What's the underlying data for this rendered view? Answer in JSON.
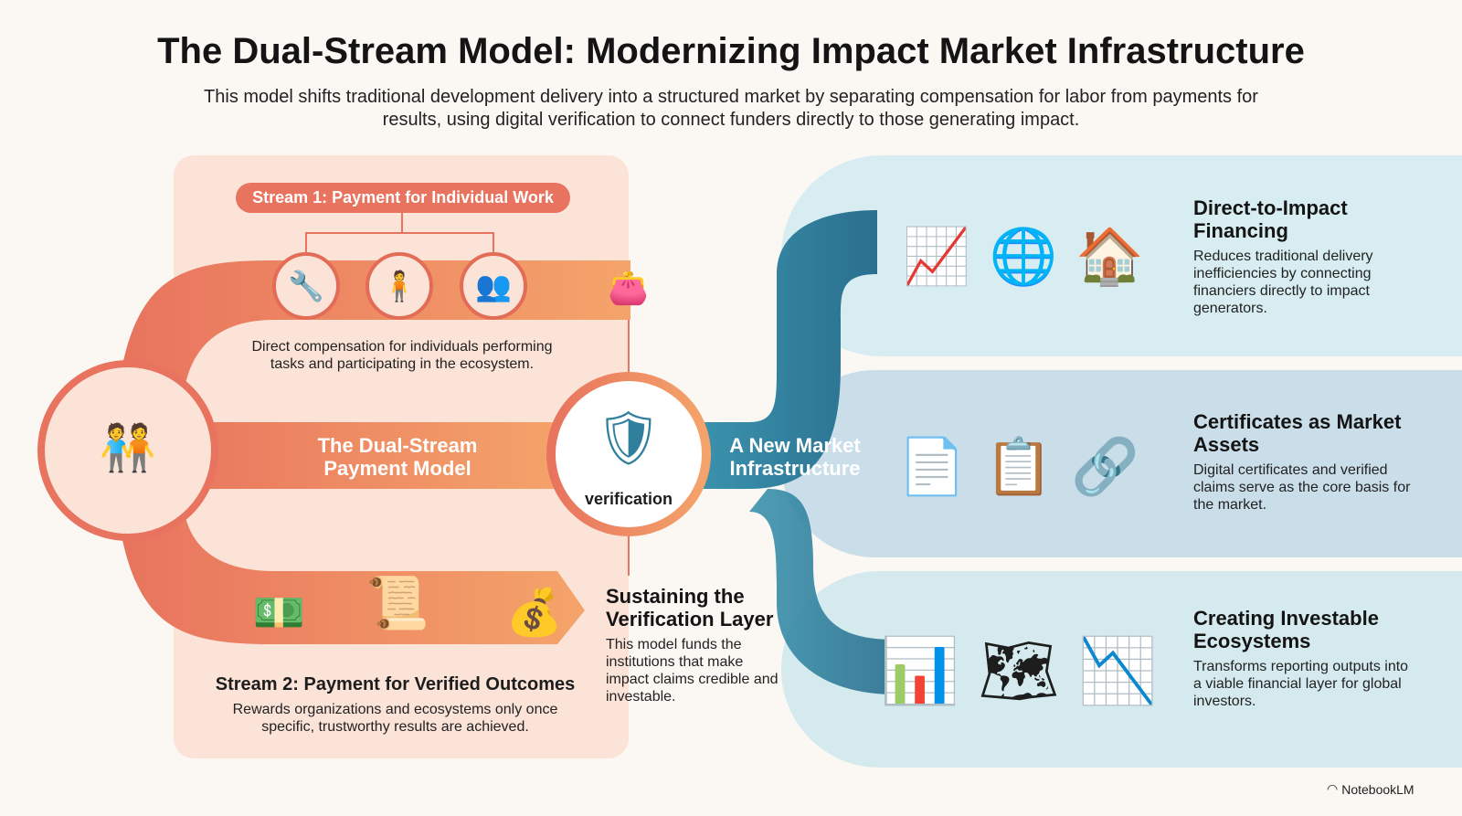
{
  "header": {
    "title": "The Dual-Stream Model: Modernizing Impact Market Infrastructure",
    "subtitle": "This model shifts traditional development delivery into a structured market by separating compensation for labor from payments for results, using digital verification to connect funders directly to those generating impact."
  },
  "stream1": {
    "label": "Stream 1: Payment for Individual Work",
    "description": "Direct compensation for individuals performing tasks and participating in the ecosystem."
  },
  "center": {
    "band_label": "The Dual-Stream Payment Model",
    "verification_label": "verification",
    "right_band_label": "A New Market Infrastructure"
  },
  "stream2": {
    "label": "Stream 2: Payment for Verified Outcomes",
    "description": "Rewards organizations and ecosystems only once specific, trustworthy results are achieved."
  },
  "sustaining": {
    "title": "Sustaining the Verification Layer",
    "description": "This model funds the institutions that make impact claims credible and investable."
  },
  "panels": [
    {
      "title": "Direct-to-Impact Financing",
      "description": "Reduces traditional delivery inefficiencies by connecting financiers directly to impact generators."
    },
    {
      "title": "Certificates as Market Assets",
      "description": "Digital certificates and verified claims serve as the core basis for the market."
    },
    {
      "title": "Creating Investable Ecosystems",
      "description": "Transforms reporting outputs into a viable financial layer for global investors."
    }
  ],
  "footer": {
    "brand": "NotebookLM"
  },
  "colors": {
    "orange": "#e8735e",
    "blue": "#2f7f9d",
    "peach": "#fbe3d8"
  }
}
